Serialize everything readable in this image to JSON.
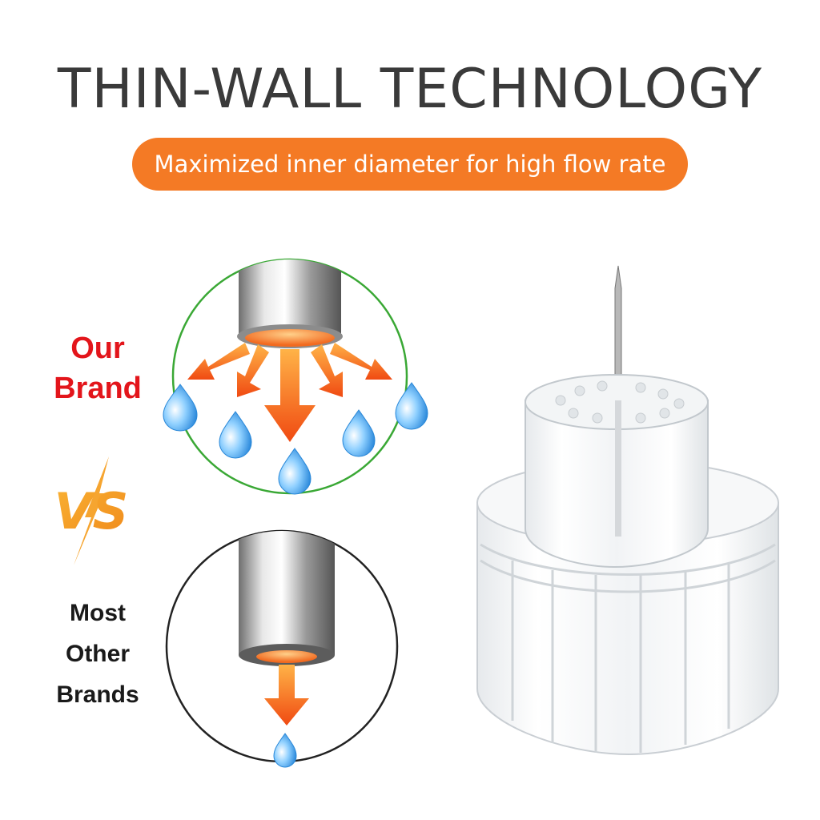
{
  "header": {
    "title": "THIN-WALL TECHNOLOGY",
    "subtitle": "Maximized inner diameter for high flow rate"
  },
  "comparison": {
    "ours_label_line1": "Our",
    "ours_label_line2": "Brand",
    "vs_label": "VS",
    "others_label_line1": "Most",
    "others_label_line2": "Other",
    "others_label_line3": "Brands"
  },
  "colors": {
    "accent_orange": "#f47a25",
    "ours_red": "#e3151b",
    "ours_circle_green": "#3aa835",
    "others_circle_black": "#222222",
    "droplet_blue": "#1e8fe0"
  },
  "icons": [
    "needle-tube-icon",
    "arrow-down-icon",
    "water-drop-icon",
    "pen-needle-product-image"
  ]
}
